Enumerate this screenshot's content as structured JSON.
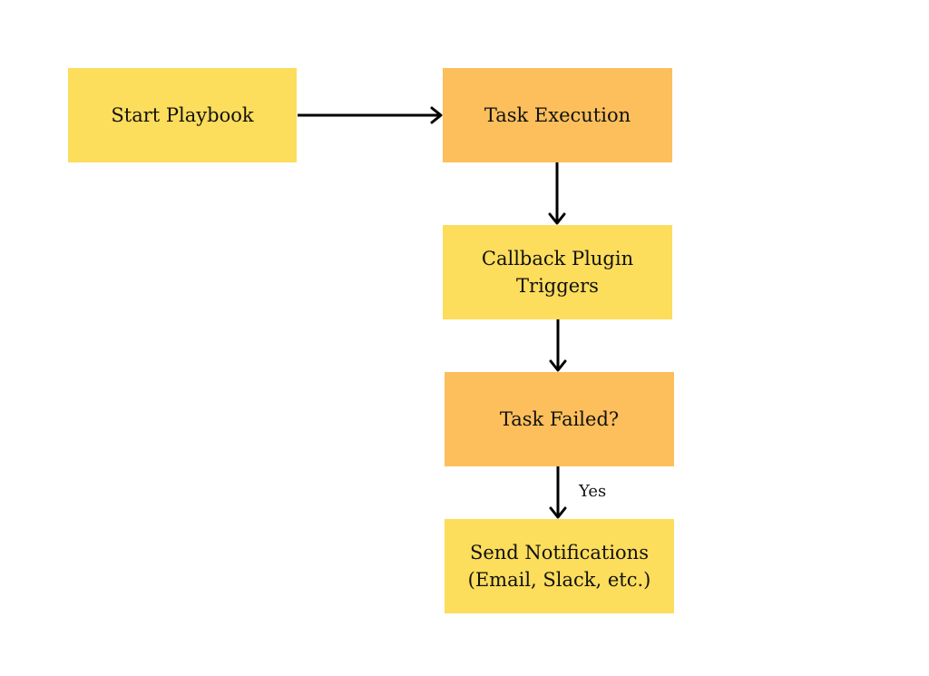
{
  "diagram": {
    "nodes": {
      "start": {
        "label": "Start Playbook",
        "fill": "#FCDD5C"
      },
      "exec": {
        "label": "Task Execution",
        "fill": "#FCBF5C"
      },
      "callback": {
        "label": "Callback Plugin Triggers",
        "fill": "#FCDD5C"
      },
      "failed": {
        "label": "Task Failed?",
        "fill": "#FCBF5C"
      },
      "notify": {
        "label_line1": "Send Notifications",
        "label_line2": "(Email, Slack, etc.)",
        "fill": "#FCDD5C"
      }
    },
    "edges": [
      {
        "from": "start",
        "to": "exec",
        "label": ""
      },
      {
        "from": "exec",
        "to": "callback",
        "label": ""
      },
      {
        "from": "callback",
        "to": "failed",
        "label": ""
      },
      {
        "from": "failed",
        "to": "notify",
        "label": "Yes"
      }
    ],
    "edge_color": "#000000"
  }
}
